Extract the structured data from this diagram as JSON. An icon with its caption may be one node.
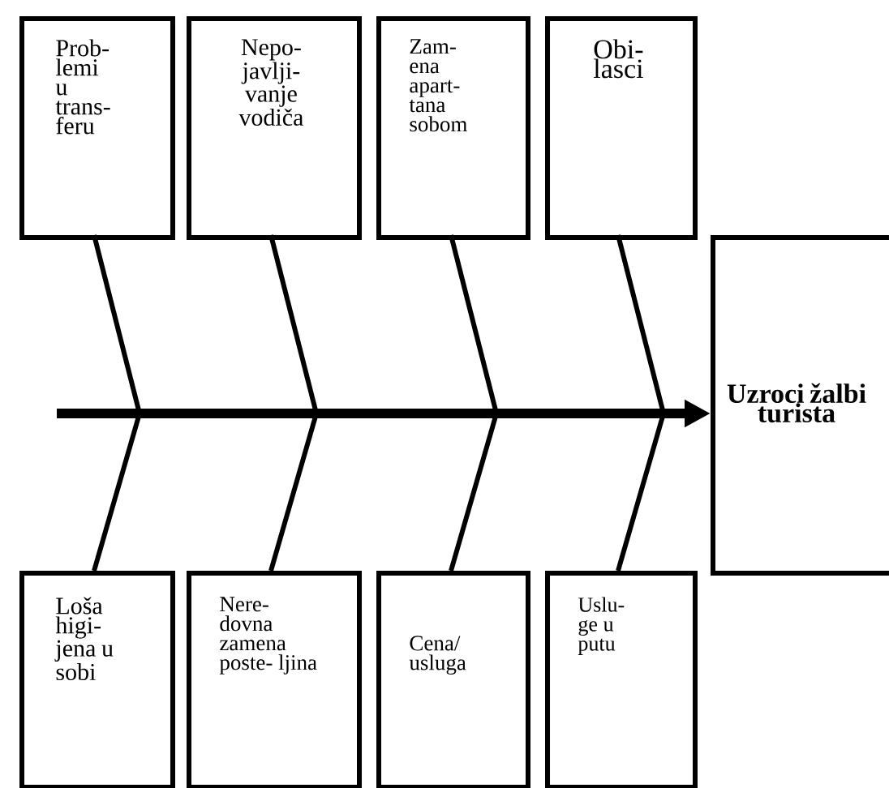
{
  "diagram": {
    "nodes": [
      {
        "text": [
          "Prob- lemi u trans- feru"
        ]
      },
      {
        "text": [
          "Nepo- javlji- vanje vodiča"
        ]
      },
      {
        "text": [
          "Zam- ena apart- tana sobom"
        ]
      },
      {
        "text": [
          "Obi- lasci"
        ]
      },
      {
        "text": [
          "Loša higi- jena u sobi"
        ]
      },
      {
        "text": [
          "Nere- dovna zamena poste- ljina"
        ]
      },
      {
        "text": [
          "Cena/ usluga"
        ]
      },
      {
        "text": [
          "Uslu- ge u putu"
        ]
      },
      {
        "text": [
          "Uzroci žalbi turista"
        ]
      }
    ],
    "edges": [
      {
        "from": null,
        "to": 8,
        "arrow": "to",
        "style": "thick"
      },
      {
        "from": 0,
        "to": null,
        "arrow": "none"
      },
      {
        "from": 1,
        "to": null,
        "arrow": "none"
      },
      {
        "from": 2,
        "to": null,
        "arrow": "none"
      },
      {
        "from": 3,
        "to": null,
        "arrow": "none"
      },
      {
        "from": 4,
        "to": null,
        "arrow": "none"
      },
      {
        "from": 5,
        "to": null,
        "arrow": "none"
      },
      {
        "from": 6,
        "to": null,
        "arrow": "none"
      },
      {
        "from": 7,
        "to": null,
        "arrow": "none"
      }
    ]
  }
}
